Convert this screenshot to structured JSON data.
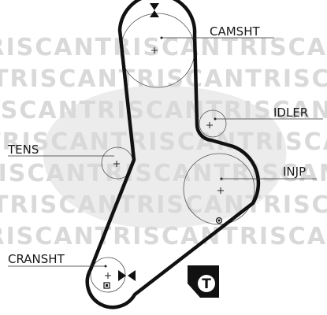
{
  "watermark": {
    "text": "TRISCANTRISCANTRISCANTRISCAN",
    "color": "#d9d9d9"
  },
  "components": {
    "camshaft": {
      "label": "CAMSHT"
    },
    "idler": {
      "label": "IDLER"
    },
    "tensioner": {
      "label": "TENS"
    },
    "injection_pump": {
      "label": "INJP"
    },
    "crankshaft": {
      "label": "CRANSHT"
    }
  },
  "badge": {
    "letter": "T"
  },
  "colors": {
    "belt": "#111111",
    "pulley_outline": "#555555",
    "text": "#1a1a1a",
    "watermark": "#d9d9d9"
  }
}
